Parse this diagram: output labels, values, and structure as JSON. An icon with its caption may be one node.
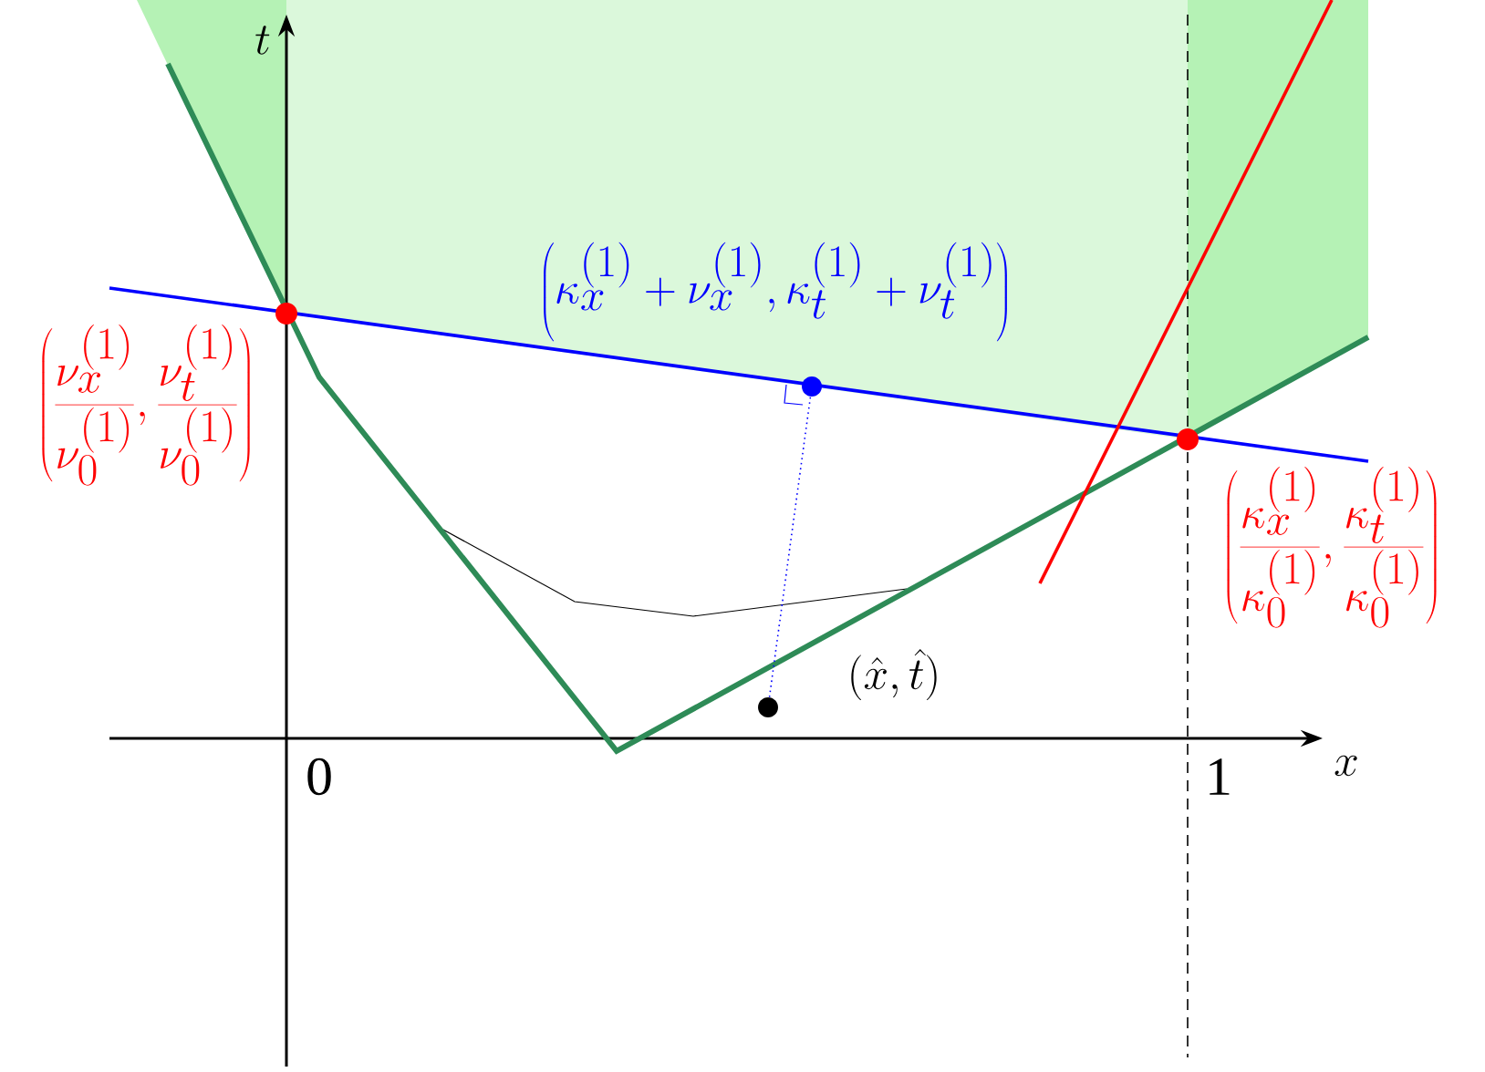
{
  "diagram": {
    "nodes": [
      {
        "text": [],
        "shape": "circle",
        "beside": [
          "\\left(\\kappa_x^{(1)}+\\nu_x^{(1)},\\kappa_t^{(1)}+\\nu_t^{(1)}\\right)"
        ]
      },
      {
        "text": [],
        "shape": "circle",
        "beside": [
          "(\\hat{x},\\hat{t})"
        ]
      }
    ],
    "edges": [
      {
        "from": 1,
        "to": 0,
        "arrow": "none",
        "style": "dashed",
        "color": "#0000ff"
      }
    ],
    "labels": [
      "t",
      "x",
      "0",
      "1",
      "\\left(\\frac{\\nu_x^{(1)}}{\\nu_0^{(1)}},\\frac{\\nu_t^{(1)}}{\\nu_0^{(1)}}\\right)",
      "\\left(\\frac{\\kappa_x^{(1)}}{\\kappa_0^{(1)}},\\frac{\\kappa_t^{(1)}}{\\kappa_0^{(1)}}\\right)"
    ]
  }
}
